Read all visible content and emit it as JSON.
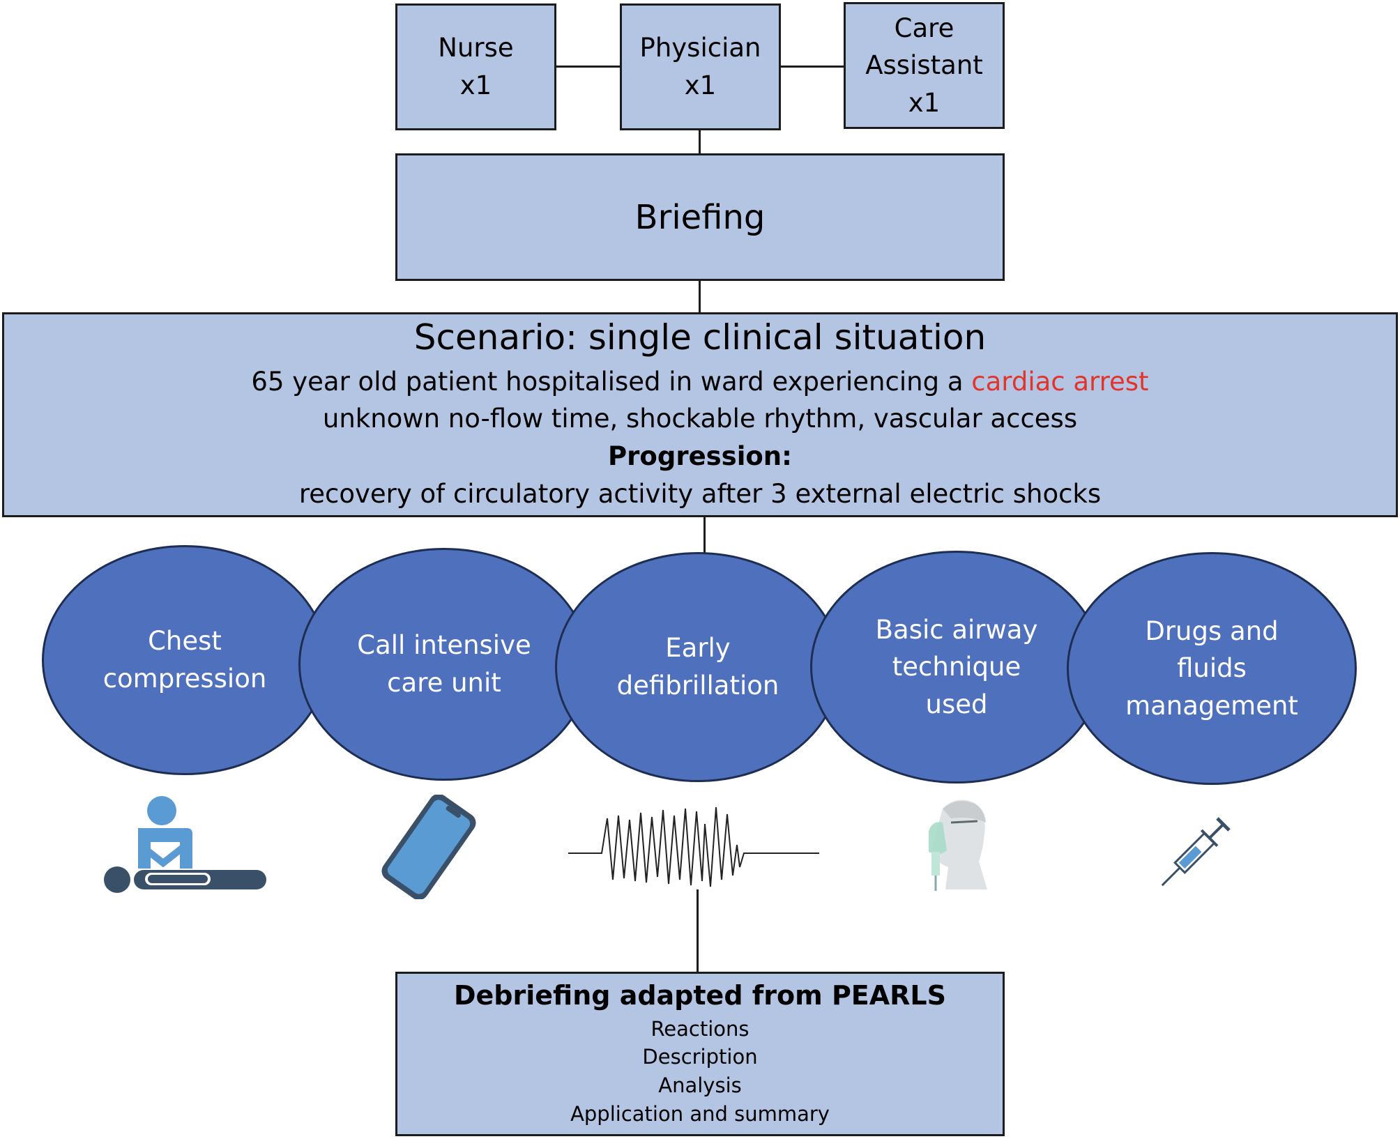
{
  "roles": [
    {
      "label": "Nurse\nx1"
    },
    {
      "label": "Physician\nx1"
    },
    {
      "label": "Care\nAssistant\nx1"
    }
  ],
  "briefing": {
    "label": "Briefing"
  },
  "scenario": {
    "title": "Scenario: single clinical situation",
    "line1_prefix": "65 year old patient hospitalised in ward experiencing a ",
    "line1_highlight": "cardiac arrest",
    "line2": "unknown no-flow time, shockable rhythm, vascular access",
    "progression_label": "Progression:",
    "progression_text": "recovery of circulatory activity after 3 external electric shocks"
  },
  "steps": [
    {
      "label": "Chest\ncompression",
      "icon": "cpr-icon"
    },
    {
      "label": "Call intensive\ncare unit",
      "icon": "smartphone-icon"
    },
    {
      "label": "Early\ndefibrillation",
      "icon": "ecg-waveform-icon"
    },
    {
      "label": "Basic airway\ntechnique\nused",
      "icon": "oxygen-mask-icon"
    },
    {
      "label": "Drugs and\nfluids\nmanagement",
      "icon": "syringe-icon"
    }
  ],
  "debriefing": {
    "title": "Debriefing adapted from PEARLS",
    "items": [
      "Reactions",
      "Description",
      "Analysis",
      "Application and summary"
    ]
  },
  "colors": {
    "box_fill": "#b4c5e4",
    "circle_fill": "#4f71bd",
    "highlight": "#e3342b",
    "icon_blue": "#5a9bd3",
    "icon_dark": "#3a5068"
  }
}
